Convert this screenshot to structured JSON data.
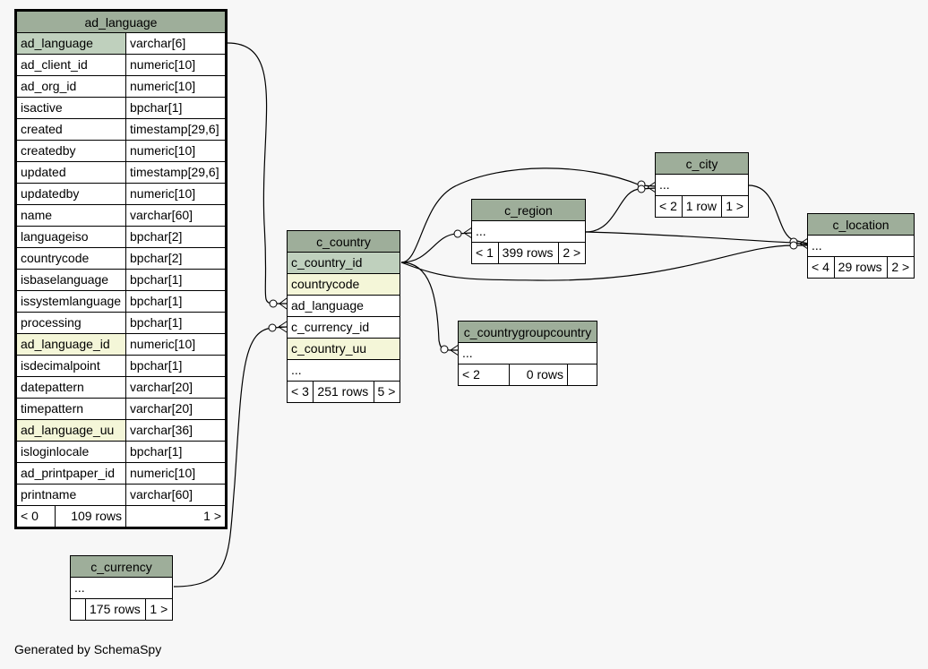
{
  "tables": {
    "ad_language": {
      "title": "ad_language",
      "columns": [
        {
          "name": "ad_language",
          "type": "varchar[6]",
          "kind": "pk"
        },
        {
          "name": "ad_client_id",
          "type": "numeric[10]",
          "kind": ""
        },
        {
          "name": "ad_org_id",
          "type": "numeric[10]",
          "kind": ""
        },
        {
          "name": "isactive",
          "type": "bpchar[1]",
          "kind": ""
        },
        {
          "name": "created",
          "type": "timestamp[29,6]",
          "kind": ""
        },
        {
          "name": "createdby",
          "type": "numeric[10]",
          "kind": ""
        },
        {
          "name": "updated",
          "type": "timestamp[29,6]",
          "kind": ""
        },
        {
          "name": "updatedby",
          "type": "numeric[10]",
          "kind": ""
        },
        {
          "name": "name",
          "type": "varchar[60]",
          "kind": ""
        },
        {
          "name": "languageiso",
          "type": "bpchar[2]",
          "kind": ""
        },
        {
          "name": "countrycode",
          "type": "bpchar[2]",
          "kind": ""
        },
        {
          "name": "isbaselanguage",
          "type": "bpchar[1]",
          "kind": ""
        },
        {
          "name": "issystemlanguage",
          "type": "bpchar[1]",
          "kind": ""
        },
        {
          "name": "processing",
          "type": "bpchar[1]",
          "kind": ""
        },
        {
          "name": "ad_language_id",
          "type": "numeric[10]",
          "kind": "idx"
        },
        {
          "name": "isdecimalpoint",
          "type": "bpchar[1]",
          "kind": ""
        },
        {
          "name": "datepattern",
          "type": "varchar[20]",
          "kind": ""
        },
        {
          "name": "timepattern",
          "type": "varchar[20]",
          "kind": ""
        },
        {
          "name": "ad_language_uu",
          "type": "varchar[36]",
          "kind": "idx"
        },
        {
          "name": "isloginlocale",
          "type": "bpchar[1]",
          "kind": ""
        },
        {
          "name": "ad_printpaper_id",
          "type": "numeric[10]",
          "kind": ""
        },
        {
          "name": "printname",
          "type": "varchar[60]",
          "kind": ""
        }
      ],
      "footer": {
        "parents": "< 0",
        "rows": "109 rows",
        "children": "1 >"
      }
    },
    "c_currency": {
      "title": "c_currency",
      "ellipsis": "...",
      "footer": {
        "parents": "",
        "rows": "175 rows",
        "children": "1 >"
      }
    },
    "c_country": {
      "title": "c_country",
      "columns": [
        {
          "name": "c_country_id",
          "kind": "pk"
        },
        {
          "name": "countrycode",
          "kind": "idx"
        },
        {
          "name": "ad_language",
          "kind": ""
        },
        {
          "name": "c_currency_id",
          "kind": ""
        },
        {
          "name": "c_country_uu",
          "kind": "idx"
        }
      ],
      "ellipsis": "...",
      "footer": {
        "parents": "< 3",
        "rows": "251 rows",
        "children": "5 >"
      }
    },
    "c_region": {
      "title": "c_region",
      "ellipsis": "...",
      "footer": {
        "parents": "< 1",
        "rows": "399 rows",
        "children": "2 >"
      }
    },
    "c_city": {
      "title": "c_city",
      "ellipsis": "...",
      "footer": {
        "parents": "< 2",
        "rows": "1 row",
        "children": "1 >"
      }
    },
    "c_location": {
      "title": "c_location",
      "ellipsis": "...",
      "footer": {
        "parents": "< 4",
        "rows": "29 rows",
        "children": "2 >"
      }
    },
    "c_countrygroupcountry": {
      "title": "c_countrygroupcountry",
      "ellipsis": "...",
      "footer": {
        "parents": "< 2",
        "rows": "0 rows",
        "children": ""
      }
    }
  },
  "generated_by": "Generated by SchemaSpy",
  "colors": {
    "header": "#9eae9a",
    "primary_key": "#bfd0bd",
    "indexed": "#f4f6d8",
    "background": "#f7f7f7"
  }
}
